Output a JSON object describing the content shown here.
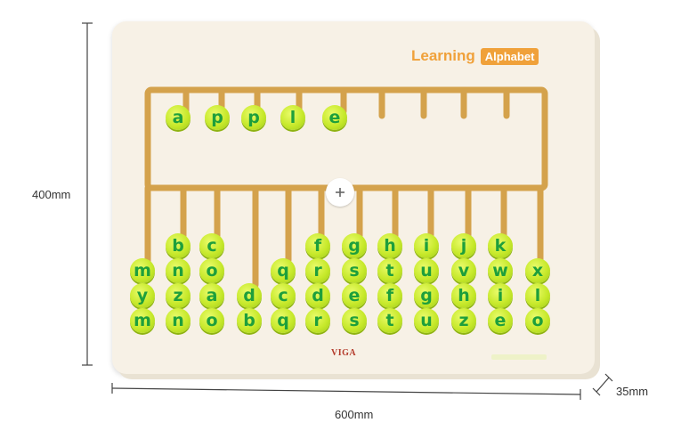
{
  "dimensions": {
    "height": "400mm",
    "width": "600mm",
    "depth": "35mm"
  },
  "title": {
    "main": "Learning",
    "badge": "Alphabet"
  },
  "brand": "VIGA",
  "top_beads": [
    "a",
    "p",
    "p",
    "l",
    "e"
  ],
  "columns": [
    {
      "beads": [
        "m",
        "y",
        "m"
      ]
    },
    {
      "beads": [
        "b",
        "n",
        "z",
        "n"
      ]
    },
    {
      "beads": [
        "c",
        "o",
        "a",
        "o"
      ]
    },
    {
      "beads": [
        "d",
        "b"
      ]
    },
    {
      "beads": [
        "q",
        "c",
        "q"
      ]
    },
    {
      "beads": [
        "f",
        "r",
        "d",
        "r"
      ]
    },
    {
      "beads": [
        "g",
        "s",
        "e",
        "s"
      ]
    },
    {
      "beads": [
        "h",
        "t",
        "f",
        "t"
      ]
    },
    {
      "beads": [
        "i",
        "u",
        "g",
        "u"
      ]
    },
    {
      "beads": [
        "j",
        "v",
        "h",
        "z"
      ]
    },
    {
      "beads": [
        "k",
        "w",
        "i",
        "e"
      ]
    },
    {
      "beads": [
        "x",
        "l",
        "o"
      ]
    }
  ],
  "colors": {
    "board": "#f7f1e6",
    "track": "#d4a24c",
    "bead": "#c7e92b",
    "letter": "#1e9f3c",
    "accent": "#f0a13a"
  },
  "icons": {
    "center_knob": "plus-icon"
  }
}
